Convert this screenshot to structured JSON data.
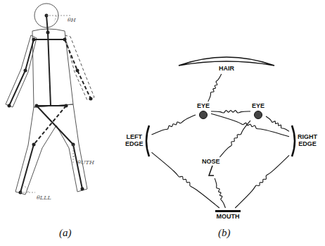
{
  "diagram": {
    "nodes": [
      {
        "text": [
          "HAIR"
        ]
      },
      {
        "text": [
          "EYE"
        ]
      },
      {
        "text": [
          "EYE"
        ]
      },
      {
        "text": [
          "LEFT EDGE"
        ]
      },
      {
        "text": [
          "RIGHT EDGE"
        ]
      },
      {
        "text": [
          "NOSE"
        ]
      },
      {
        "text": [
          "MOUTH"
        ]
      }
    ],
    "edges": [
      {
        "from": 0,
        "to": 1,
        "arrow": "none"
      },
      {
        "from": 1,
        "to": 2,
        "arrow": "none"
      },
      {
        "from": 3,
        "to": 1,
        "arrow": "none"
      },
      {
        "from": 2,
        "to": 4,
        "arrow": "none"
      },
      {
        "from": 1,
        "to": 4,
        "arrow": "none"
      },
      {
        "from": 3,
        "to": 6,
        "arrow": "none"
      },
      {
        "from": 5,
        "to": 6,
        "arrow": "none"
      },
      {
        "from": 5,
        "to": 2,
        "arrow": "none"
      },
      {
        "from": 4,
        "to": 6,
        "arrow": "none"
      }
    ],
    "labels": [
      "θH",
      "θUTH",
      "θLLL",
      "(a)",
      "(b)"
    ]
  }
}
